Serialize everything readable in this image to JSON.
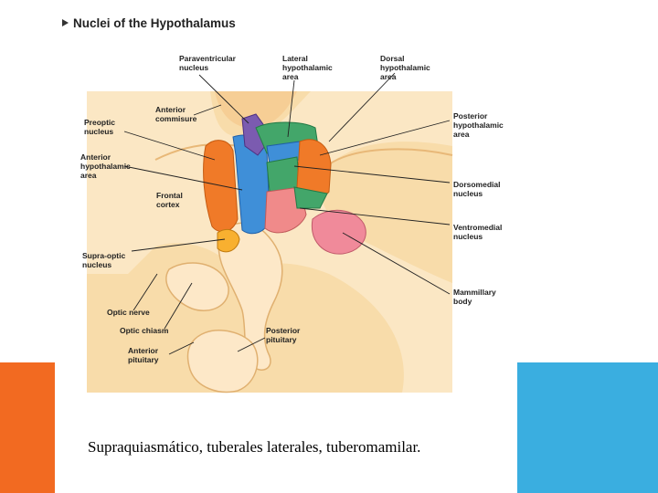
{
  "figure": {
    "title": "Nuclei of the Hypothalamus",
    "labels": {
      "paraventricular": [
        "Paraventricular",
        "nucleus"
      ],
      "lateral": [
        "Lateral",
        "hypothalamic",
        "area"
      ],
      "dorsal": [
        "Dorsal",
        "hypothalamic",
        "area"
      ],
      "anterior_commissure": [
        "Anterior",
        "commisure"
      ],
      "preoptic": [
        "Preoptic",
        "nucleus"
      ],
      "anterior_hypothalamic": [
        "Anterior",
        "hypothalamic",
        "area"
      ],
      "frontal_cortex": [
        "Frontal",
        "cortex"
      ],
      "supraoptic": [
        "Supra-optic",
        "nucleus"
      ],
      "optic_nerve": [
        "Optic nerve"
      ],
      "optic_chiasm": [
        "Optic chiasm"
      ],
      "anterior_pituitary": [
        "Anterior",
        "pituitary"
      ],
      "posterior_pituitary": [
        "Posterior",
        "pituitary"
      ],
      "posterior_hypothalamic": [
        "Posterior",
        "hypothalamic",
        "area"
      ],
      "dorsomedial": [
        "Dorsomedial",
        "nucleus"
      ],
      "ventromedial": [
        "Ventromedial",
        "nucleus"
      ],
      "mammillary": [
        "Mammillary",
        "body"
      ]
    }
  },
  "caption": "Supraquiasmático, tuberales laterales, tuberomamilar.",
  "colors": {
    "orange_accent": "#f26a21",
    "blue_accent": "#3aaee0",
    "brain_tissue": "#fbe3b8",
    "blue_region": "#3f8fd8",
    "green_region": "#43a66a",
    "orange_region": "#f07a28",
    "pink_region": "#f08a8a",
    "purple_region": "#7b5bb0"
  }
}
